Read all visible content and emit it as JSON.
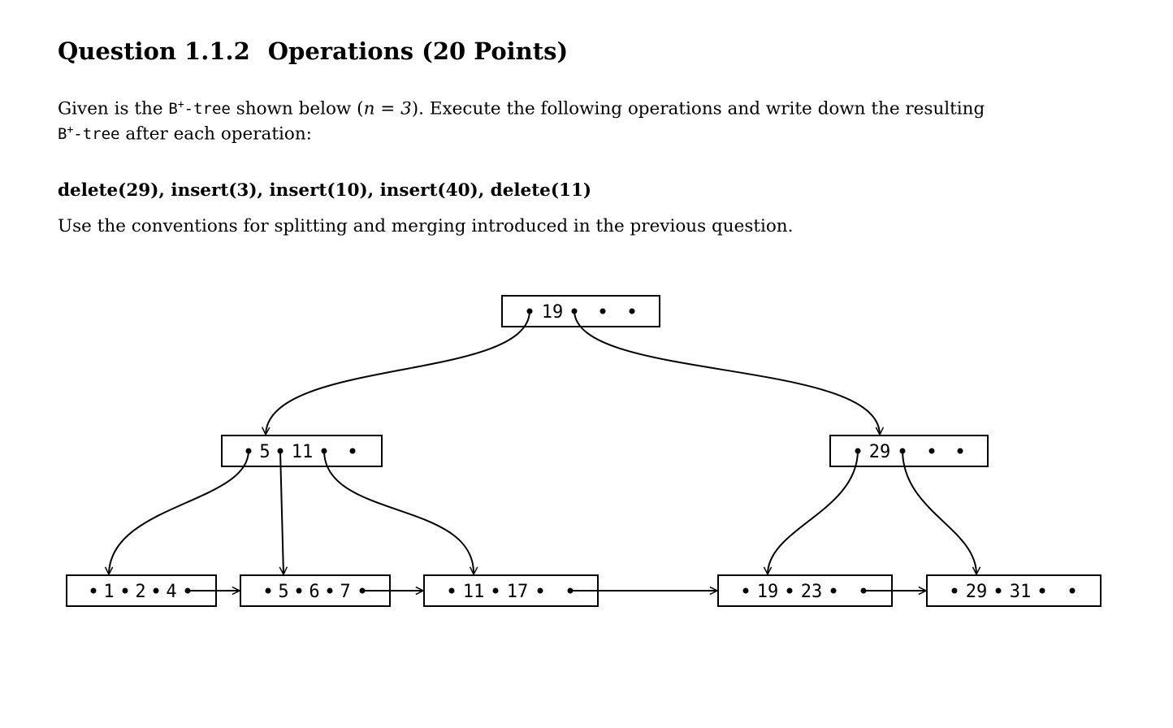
{
  "question": {
    "number": "Question 1.1.2",
    "title": "Operations (20 Points)"
  },
  "intro": {
    "part1": "Given is the ",
    "tt1": "B",
    "sup1": "+",
    "tt1_suffix": "-tree",
    "part2": " shown below (",
    "math_n": "n",
    "math_eq": " = ",
    "math_val": "3",
    "part3": ").  Execute the following operations and write down the resulting",
    "tt2": "B",
    "sup2": "+",
    "tt2_suffix": "-tree",
    "part4": " after each operation:"
  },
  "operations": "delete(29), insert(3), insert(10), insert(40), delete(11)",
  "convention_note": "Use the conventions for splitting and merging introduced in the previous question.",
  "tree": {
    "root": {
      "keys": [
        "19"
      ]
    },
    "internal": [
      {
        "keys": [
          "5",
          "11"
        ]
      },
      {
        "keys": [
          "29"
        ]
      }
    ],
    "leaves": [
      {
        "keys": [
          "1",
          "2",
          "4"
        ]
      },
      {
        "keys": [
          "5",
          "6",
          "7"
        ]
      },
      {
        "keys": [
          "11",
          "17"
        ]
      },
      {
        "keys": [
          "19",
          "23"
        ]
      },
      {
        "keys": [
          "29",
          "31"
        ]
      }
    ]
  }
}
